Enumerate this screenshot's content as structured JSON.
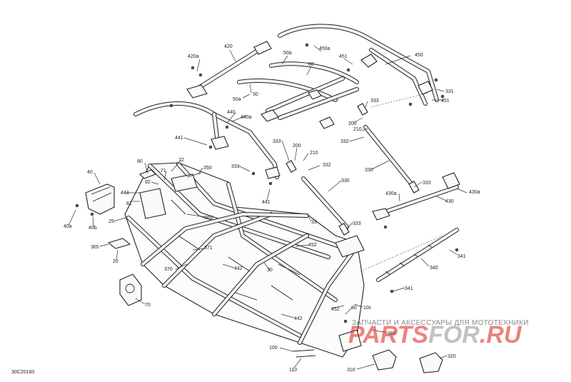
{
  "document": {
    "code": "30C20160"
  },
  "watermark": {
    "tagline": "ЗАПЧАСТИ И АКСЕССУАРЫ ДЛЯ МОТОТЕХНИКИ",
    "brand_part1": "PARTS",
    "brand_part2": "FOR",
    "brand_part3": ".RU",
    "colors": {
      "red": "#e0302a",
      "gray": "#9a9a9a"
    }
  },
  "callouts": [
    {
      "id": "c420",
      "text": "420"
    },
    {
      "id": "c420a",
      "text": "420a"
    },
    {
      "id": "c50a_top",
      "text": "50a"
    },
    {
      "id": "c450a",
      "text": "450a"
    },
    {
      "id": "c450",
      "text": "450"
    },
    {
      "id": "c451_top",
      "text": "451"
    },
    {
      "id": "c60",
      "text": "60"
    },
    {
      "id": "c331_right",
      "text": "331"
    },
    {
      "id": "c451_right",
      "text": "451"
    },
    {
      "id": "c50",
      "text": "50"
    },
    {
      "id": "c50a_mid",
      "text": "50a"
    },
    {
      "id": "c333_top",
      "text": "333"
    },
    {
      "id": "c440",
      "text": "440"
    },
    {
      "id": "c440a",
      "text": "440a"
    },
    {
      "id": "c200_right",
      "text": "200"
    },
    {
      "id": "c210_right",
      "text": "210"
    },
    {
      "id": "c332_right",
      "text": "332"
    },
    {
      "id": "c441_left",
      "text": "441"
    },
    {
      "id": "c333_mid",
      "text": "333"
    },
    {
      "id": "c200_mid",
      "text": "200"
    },
    {
      "id": "c210_mid",
      "text": "210"
    },
    {
      "id": "c331_mid",
      "text": "331"
    },
    {
      "id": "c332_mid",
      "text": "332"
    },
    {
      "id": "c330_right",
      "text": "330"
    },
    {
      "id": "c80",
      "text": "80"
    },
    {
      "id": "c72",
      "text": "72"
    },
    {
      "id": "c71",
      "text": "71"
    },
    {
      "id": "c350",
      "text": "350"
    },
    {
      "id": "c40",
      "text": "40"
    },
    {
      "id": "c92",
      "text": "92"
    },
    {
      "id": "c443",
      "text": "443"
    },
    {
      "id": "c81",
      "text": "81"
    },
    {
      "id": "c441_mid",
      "text": "441"
    },
    {
      "id": "c330_mid",
      "text": "330"
    },
    {
      "id": "c333_right2",
      "text": "333"
    },
    {
      "id": "c430a_left",
      "text": "430a"
    },
    {
      "id": "c430a_right",
      "text": "430a"
    },
    {
      "id": "c430",
      "text": "430"
    },
    {
      "id": "c40a",
      "text": "40a"
    },
    {
      "id": "c40b",
      "text": "40b"
    },
    {
      "id": "c25",
      "text": "25"
    },
    {
      "id": "c360",
      "text": "360"
    },
    {
      "id": "c33",
      "text": "33"
    },
    {
      "id": "c333_low",
      "text": "333"
    },
    {
      "id": "c365",
      "text": "365"
    },
    {
      "id": "c20",
      "text": "20"
    },
    {
      "id": "c371",
      "text": "371"
    },
    {
      "id": "c452_top",
      "text": "452"
    },
    {
      "id": "c341_right",
      "text": "341"
    },
    {
      "id": "c370",
      "text": "370"
    },
    {
      "id": "c442_mid",
      "text": "442"
    },
    {
      "id": "c30",
      "text": "30"
    },
    {
      "id": "c340",
      "text": "340"
    },
    {
      "id": "c341_low",
      "text": "341"
    },
    {
      "id": "c70",
      "text": "70"
    },
    {
      "id": "c452_low",
      "text": "452"
    },
    {
      "id": "c10c",
      "text": "10c"
    },
    {
      "id": "c80_low",
      "text": "80"
    },
    {
      "id": "c442_low",
      "text": "442"
    },
    {
      "id": "c380",
      "text": "380"
    },
    {
      "id": "c100",
      "text": "100"
    },
    {
      "id": "c310",
      "text": "310"
    },
    {
      "id": "c320",
      "text": "320"
    },
    {
      "id": "c110",
      "text": "110"
    }
  ]
}
